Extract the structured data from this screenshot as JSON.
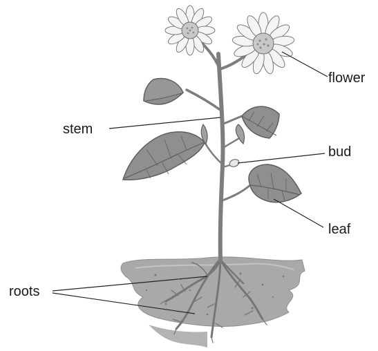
{
  "labels": {
    "flower": "flower",
    "stem": "stem",
    "bud": "bud",
    "leaf": "leaf",
    "roots": "roots"
  },
  "colors": {
    "leaf_fill": "#8f8f8f",
    "leaf_vein": "#5e5e5e",
    "stem": "#7d7d7d",
    "soil": "#a9a9a9",
    "soil_dark": "#8e8e8e",
    "petal": "#f4f4f4",
    "flower_center": "#c8c8c8",
    "pointer_line": "#222222"
  }
}
